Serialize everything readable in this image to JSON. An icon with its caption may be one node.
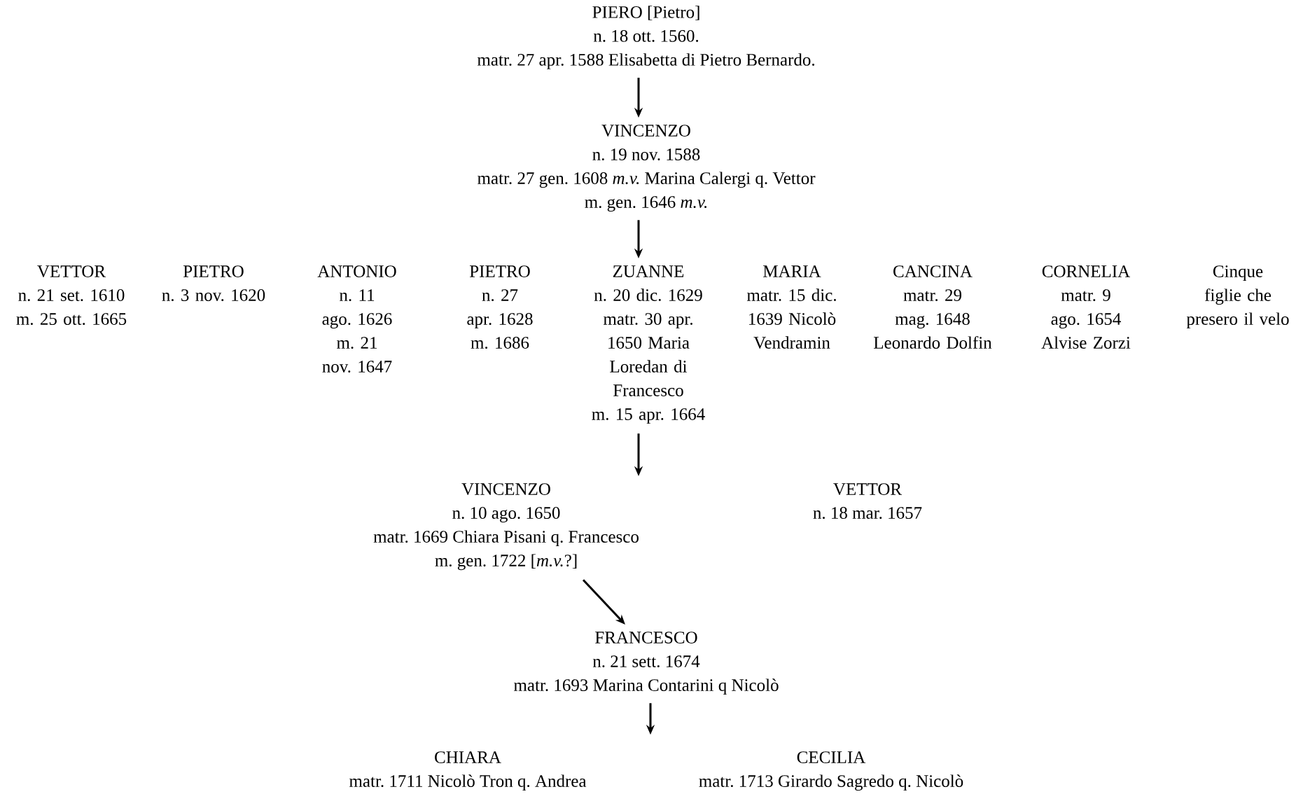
{
  "diagram": {
    "nodes": [
      {
        "text": [
          "PIERO [Pietro]",
          "n. 18 ott. 1560.",
          "matr. 27 apr. 1588 Elisabetta di Pietro Bernardo."
        ]
      },
      {
        "text": [
          "VINCENZO",
          "n. 19 nov. 1588",
          "matr. 27 gen. 1608 *m.v.* Marina Calergi q. Vettor",
          "m. gen. 1646 *m.v.*"
        ]
      },
      {
        "text": [
          "VETTOR",
          "n. 21 set. 1610",
          "m. 25 ott. 1665"
        ]
      },
      {
        "text": [
          "PIETRO",
          "n. 3 nov. 1620"
        ]
      },
      {
        "text": [
          "ANTONIO",
          "n. 11 ago. 1626",
          "m. 21 nov. 1647"
        ]
      },
      {
        "text": [
          "PIETRO",
          "n. 27 apr. 1628",
          "m. 1686"
        ]
      },
      {
        "text": [
          "ZUANNE",
          "n. 20 dic. 1629",
          "matr. 30 apr. 1650 Maria Loredan di Francesco",
          "m. 15 apr. 1664"
        ]
      },
      {
        "text": [
          "MARIA",
          "matr. 15 dic. 1639 Nicolò Vendramin"
        ]
      },
      {
        "text": [
          "CANCINA",
          "matr. 29 mag. 1648 Leonardo Dolfin"
        ]
      },
      {
        "text": [
          "CORNELIA",
          "matr. 9 ago. 1654 Alvise Zorzi"
        ]
      },
      {
        "text": [
          "Cinque figlie che presero il velo"
        ]
      },
      {
        "text": [
          "VINCENZO",
          "n. 10 ago. 1650",
          "matr. 1669 Chiara Pisani q. Francesco",
          "m. gen. 1722 [*m.v.*?]"
        ]
      },
      {
        "text": [
          "VETTOR",
          "n. 18 mar. 1657"
        ]
      },
      {
        "text": [
          "FRANCESCO",
          "n. 21 sett. 1674",
          "matr. 1693 Marina Contarini q Nicolò"
        ]
      },
      {
        "text": [
          "CHIARA",
          "matr. 1711 Nicolò Tron q. Andrea"
        ]
      },
      {
        "text": [
          "CECILIA",
          "matr. 1713 Girardo Sagredo q. Nicolò"
        ]
      }
    ],
    "edges": [
      {
        "from": 0,
        "to": 1,
        "arrow": "to"
      },
      {
        "from": 1,
        "to": 6,
        "arrow": "to"
      },
      {
        "from": 6,
        "to": 11,
        "arrow": "to"
      },
      {
        "from": 11,
        "to": 13,
        "arrow": "to"
      },
      {
        "from": 13,
        "to": null,
        "arrow": "to"
      }
    ]
  }
}
